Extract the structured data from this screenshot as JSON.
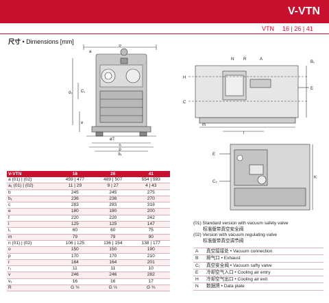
{
  "header": {
    "title": "V-VTN",
    "subtitle_model": "VTN",
    "subtitle_sizes": "16 | 26 | 41"
  },
  "section": {
    "title_cn": "尺寸",
    "title_en": "• Dimensions [mm]"
  },
  "drawing_labels": {
    "front": [
      "a",
      "b",
      "b₁",
      "C₁",
      "v",
      "e",
      "d₁",
      "ø7",
      "n",
      "f",
      "r",
      "p"
    ],
    "side": [
      "N",
      "R",
      "A",
      "B₁",
      "H",
      "C",
      "E",
      "m",
      "l",
      "l₁"
    ],
    "top": [
      "E",
      "C₁",
      "K"
    ]
  },
  "spec_table": {
    "headers": [
      "V-VTN",
      "16",
      "26",
      "41"
    ],
    "rows": [
      [
        "a   (01) | (02)",
        "459 | 477",
        "489 | 507",
        "554 | 593"
      ],
      [
        "a₁ (01) | (02)",
        "11 | 29",
        "9 | 27",
        "4 | 43"
      ],
      [
        "b",
        "245",
        "245",
        "275"
      ],
      [
        "b₁",
        "236",
        "236",
        "270"
      ],
      [
        "c",
        "283",
        "283",
        "319"
      ],
      [
        "e",
        "180",
        "180",
        "200"
      ],
      [
        "f",
        "220",
        "220",
        "242"
      ],
      [
        "l",
        "125",
        "125",
        "147"
      ],
      [
        "l₁",
        "60",
        "60",
        "75"
      ],
      [
        "m",
        "79",
        "79",
        "90"
      ],
      [
        "n   (01) | (02)",
        "106 | 125",
        "136 | 154",
        "138 | 177"
      ],
      [
        "o",
        "150",
        "150",
        "190"
      ],
      [
        "p",
        "170",
        "170",
        "210"
      ],
      [
        "r",
        "164",
        "164",
        "201"
      ],
      [
        "r₁",
        "11",
        "11",
        "10"
      ],
      [
        "v",
        "246",
        "246",
        "282"
      ],
      [
        "v₁",
        "16",
        "16",
        "17"
      ],
      [
        "R",
        "G ½",
        "G ½",
        "G ¾"
      ]
    ]
  },
  "notes": [
    "(01) Standard version with vacuum safety valve",
    "标准版带真空安全阀",
    "(02) Version with vacuum regulating valve",
    "标准版带真空调节阀"
  ],
  "legend": [
    [
      "A",
      "真空接接处 • Vacuum connection"
    ],
    [
      "B",
      "排气口 • Exhaust"
    ],
    [
      "C₁",
      "真空安全阀 • Vacuum safty valve"
    ],
    [
      "E",
      "冷却空气入口 • Cooling air entry"
    ],
    [
      "H",
      "冷却空气出口 • Cooling air exit"
    ],
    [
      "N",
      "数据牌 • Data plate"
    ]
  ],
  "colors": {
    "accent": "#c8102e",
    "banner_text": "#ffffff",
    "drawing": "#333333",
    "pump_fill": "#c8c8c8"
  }
}
